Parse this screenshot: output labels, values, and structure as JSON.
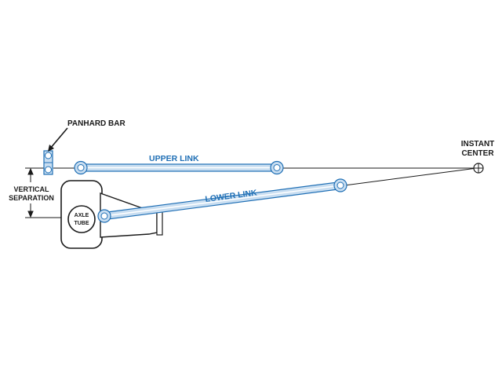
{
  "labels": {
    "panhard_bar": "PANHARD BAR",
    "upper_link": "UPPER LINK",
    "lower_link": "LOWER LINK",
    "instant_center_1": "INSTANT",
    "instant_center_2": "CENTER",
    "vertical_separation_1": "VERTICAL",
    "vertical_separation_2": "SEPARATION",
    "axle_tube_1": "AXLE",
    "axle_tube_2": "TUBE"
  },
  "colors": {
    "link_blue": "#1f6fb5",
    "link_fill": "#c9def1",
    "outline": "#1a1a1a"
  }
}
